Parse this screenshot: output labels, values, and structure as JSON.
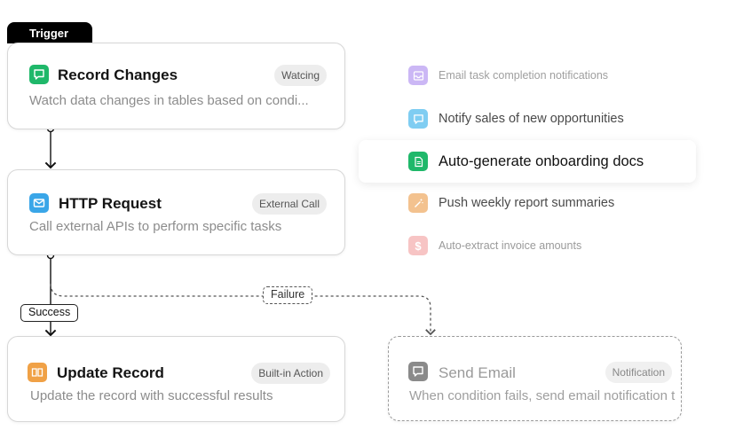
{
  "trigger_label": "Trigger",
  "nodes": {
    "record_changes": {
      "title": "Record Changes",
      "description": "Watch data changes in tables based on condi...",
      "badge": "Watcing",
      "icon": "chat-icon",
      "icon_color": "#1fb86a"
    },
    "http_request": {
      "title": "HTTP Request",
      "description": "Call external APIs to perform specific tasks",
      "badge": "External Call",
      "icon": "mail-icon",
      "icon_color": "#3aa6e8"
    },
    "update_record": {
      "title": "Update Record",
      "description": "Update the record with successful results",
      "badge": "Built-in Action",
      "icon": "book-icon",
      "icon_color": "#f0a146"
    },
    "send_email": {
      "title": "Send Email",
      "description": "When condition fails, send email notification t...",
      "badge": "Notification",
      "icon": "chat-icon",
      "icon_color": "#8a8a8a"
    }
  },
  "edge_labels": {
    "success": "Success",
    "failure": "Failure"
  },
  "suggestions": [
    {
      "label": "Email task completion notifications",
      "icon": "inbox-icon",
      "icon_color": "#c9b4f5"
    },
    {
      "label": "Notify sales of new opportunities",
      "icon": "chat-icon",
      "icon_color": "#7fcdf2"
    },
    {
      "label": "Auto-generate onboarding docs",
      "icon": "document-icon",
      "icon_color": "#1fb86a"
    },
    {
      "label": "Push weekly report summaries",
      "icon": "wand-icon",
      "icon_color": "#f3c28f"
    },
    {
      "label": "Auto-extract invoice amounts",
      "icon": "dollar-icon",
      "icon_color": "#f7c4c4"
    }
  ]
}
